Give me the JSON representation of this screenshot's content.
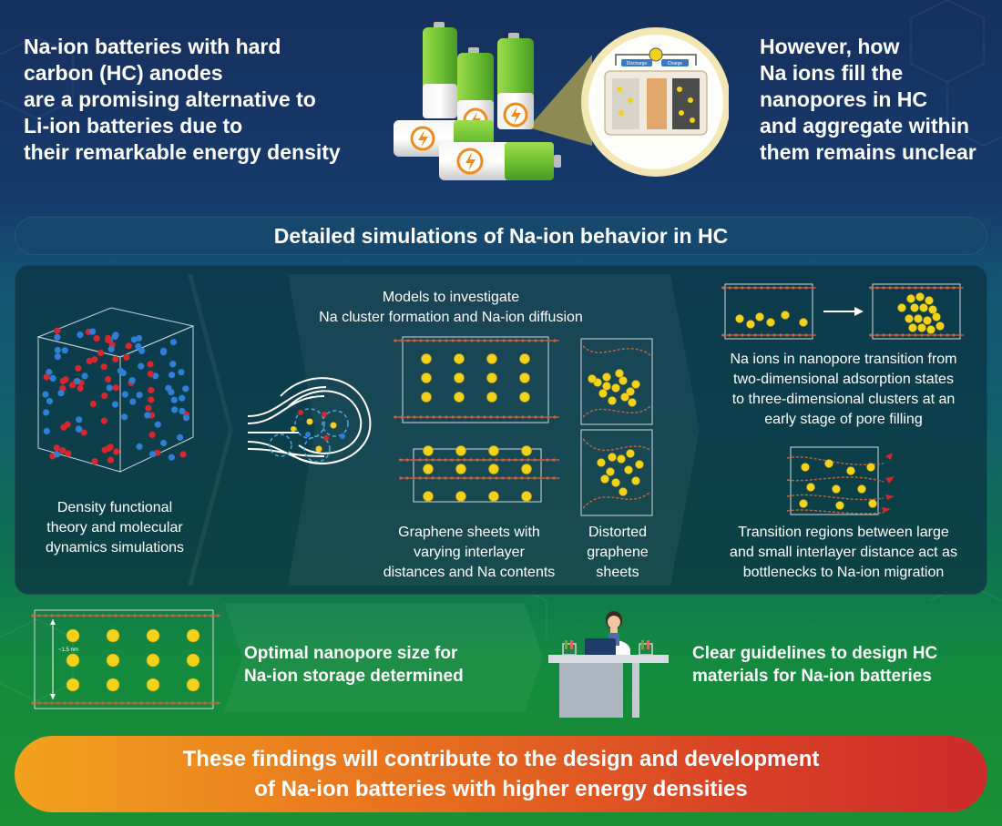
{
  "header": {
    "left_text": "Na-ion batteries with hard\ncarbon (HC) anodes\nare a promising alternative to\nLi-ion batteries due to\ntheir remarkable energy density",
    "right_text": "However, how\nNa ions fill the\nnanopores in HC\nand aggregate within\nthem remains unclear",
    "cell_labels": {
      "discharge": "Discharge",
      "charge": "Charge"
    }
  },
  "banner": {
    "title": "Detailed simulations of Na-ion behavior in HC"
  },
  "methods": {
    "dft_caption": "Density functional\ntheory and molecular\ndynamics simulations",
    "models_title": "Models to investigate\nNa cluster formation and Na-ion diffusion",
    "graphene_caption": "Graphene sheets with\nvarying interlayer\ndistances and Na contents",
    "distorted_caption": "Distorted\ngraphene\nsheets"
  },
  "results": {
    "transition_caption": "Na ions in nanopore transition from\ntwo-dimensional adsorption states\nto three-dimensional clusters at an\nearly stage of pore filling",
    "bottleneck_caption": "Transition regions between large\nand small interlayer distance act as\nbottlenecks to Na-ion migration"
  },
  "lower": {
    "scale_label": "~1.5 nm",
    "optimal_text": "Optimal nanopore size for\nNa-ion storage determined",
    "guidelines_text": "Clear guidelines to design HC\nmaterials for Na-ion batteries"
  },
  "footer": {
    "text": "These findings will contribute to the design and development\nof Na-ion batteries with higher energy densities"
  },
  "colors": {
    "na_atom": "#f2d21a",
    "carbon_sheet": "#c8643c",
    "red_atom": "#d8262c",
    "blue_atom": "#2f7fd6",
    "battery_green": "#6ec234",
    "lightning_orange": "#f08a1c"
  }
}
